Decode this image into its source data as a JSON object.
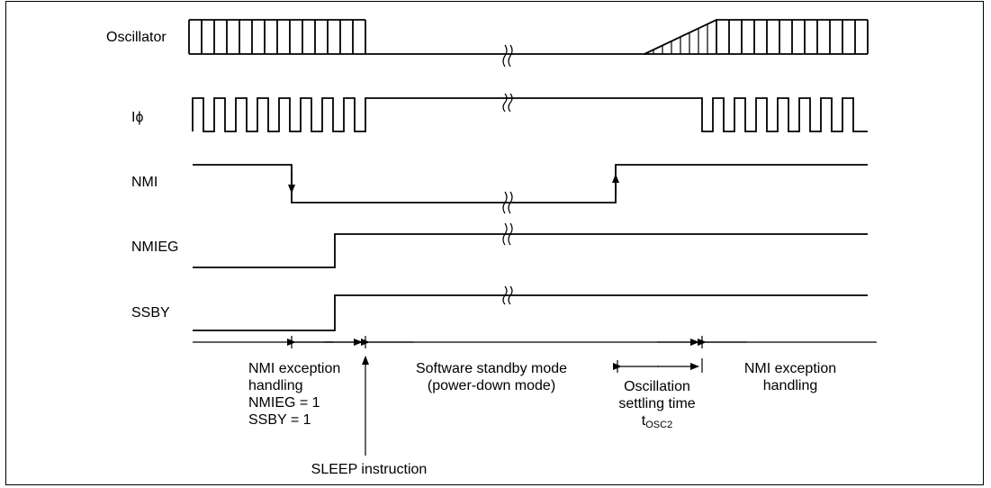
{
  "signals": [
    {
      "id": "osc",
      "label": "Oscillator"
    },
    {
      "id": "iphi",
      "label": "Iϕ"
    },
    {
      "id": "nmi",
      "label": "NMI"
    },
    {
      "id": "nmieg",
      "label": "NMIEG"
    },
    {
      "id": "ssby",
      "label": "SSBY"
    }
  ],
  "annotations": {
    "nmi_handling_1": [
      "NMI exception",
      "handling",
      "NMIEG = 1",
      "SSBY = 1"
    ],
    "software_standby": [
      "Software standby mode",
      "(power-down mode)"
    ],
    "osc_settling": [
      "Oscillation",
      "settling time"
    ],
    "osc_settling_symbol": {
      "main": "t",
      "sub": "OSC2"
    },
    "nmi_handling_2": [
      "NMI exception",
      "handling"
    ],
    "sleep_instruction": "SLEEP instruction"
  }
}
